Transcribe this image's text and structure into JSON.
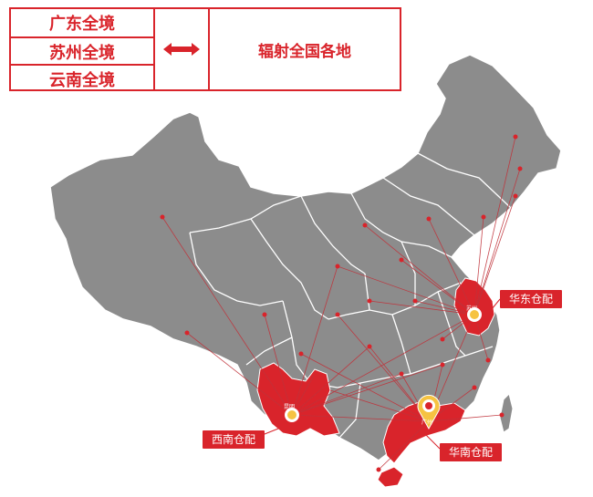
{
  "header": {
    "regions": [
      "广东全境",
      "苏州全境",
      "云南全境"
    ],
    "radiate_label": "辐射全国各地"
  },
  "warehouses": {
    "east": "华东仓配",
    "southwest": "西南仓配",
    "south": "华南仓配"
  },
  "cities": {
    "suzhou": "苏州",
    "kunming": "昆明",
    "guangzhou": "广州"
  },
  "colors": {
    "accent": "#d9242b",
    "map_fill": "#8c8c8c",
    "border": "#ffffff"
  },
  "icons": [
    "double-arrow-icon",
    "location-pin-icon"
  ]
}
